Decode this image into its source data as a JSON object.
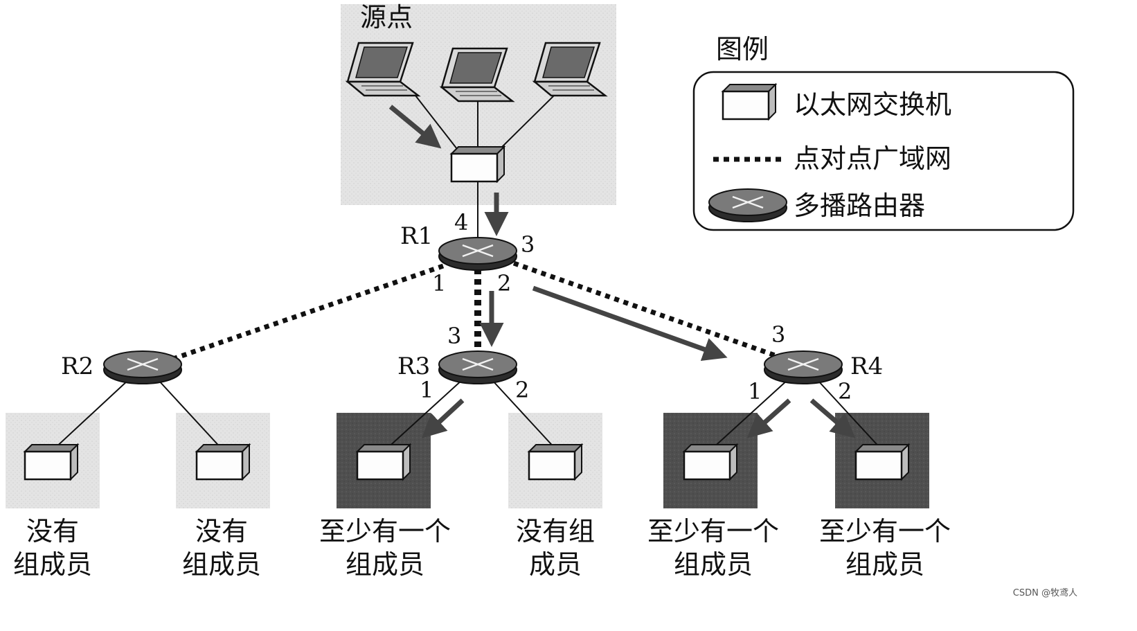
{
  "source": {
    "label": "源点"
  },
  "legend": {
    "title": "图例",
    "items": [
      {
        "label": "以太网交换机"
      },
      {
        "label": "点对点广域网"
      },
      {
        "label": "多播路由器"
      }
    ]
  },
  "routers": {
    "r1": {
      "name": "R1",
      "ports": [
        "4",
        "3",
        "1",
        "2"
      ]
    },
    "r2": {
      "name": "R2"
    },
    "r3": {
      "name": "R3",
      "ports": [
        "3",
        "1",
        "2"
      ]
    },
    "r4": {
      "name": "R4",
      "ports": [
        "3",
        "1",
        "2"
      ]
    }
  },
  "groups": [
    {
      "line1": "没有",
      "line2": "组成员",
      "has_member": false
    },
    {
      "line1": "没有",
      "line2": "组成员",
      "has_member": false
    },
    {
      "line1": "至少有一个",
      "line2": "组成员",
      "has_member": true
    },
    {
      "line1": "没有组",
      "line2": "成员",
      "has_member": false
    },
    {
      "line1": "至少有一个",
      "line2": "组成员",
      "has_member": true
    },
    {
      "line1": "至少有一个",
      "line2": "组成员",
      "has_member": true
    }
  ],
  "watermark": "CSDN @牧鸢人",
  "colors": {
    "member_area": "#4f4f4f",
    "nonmember_area": "#e2e2e2",
    "source_area": "#e6e6e6",
    "router_fill": "#6e6e6e",
    "arrow": "#444444",
    "line": "#111111"
  }
}
